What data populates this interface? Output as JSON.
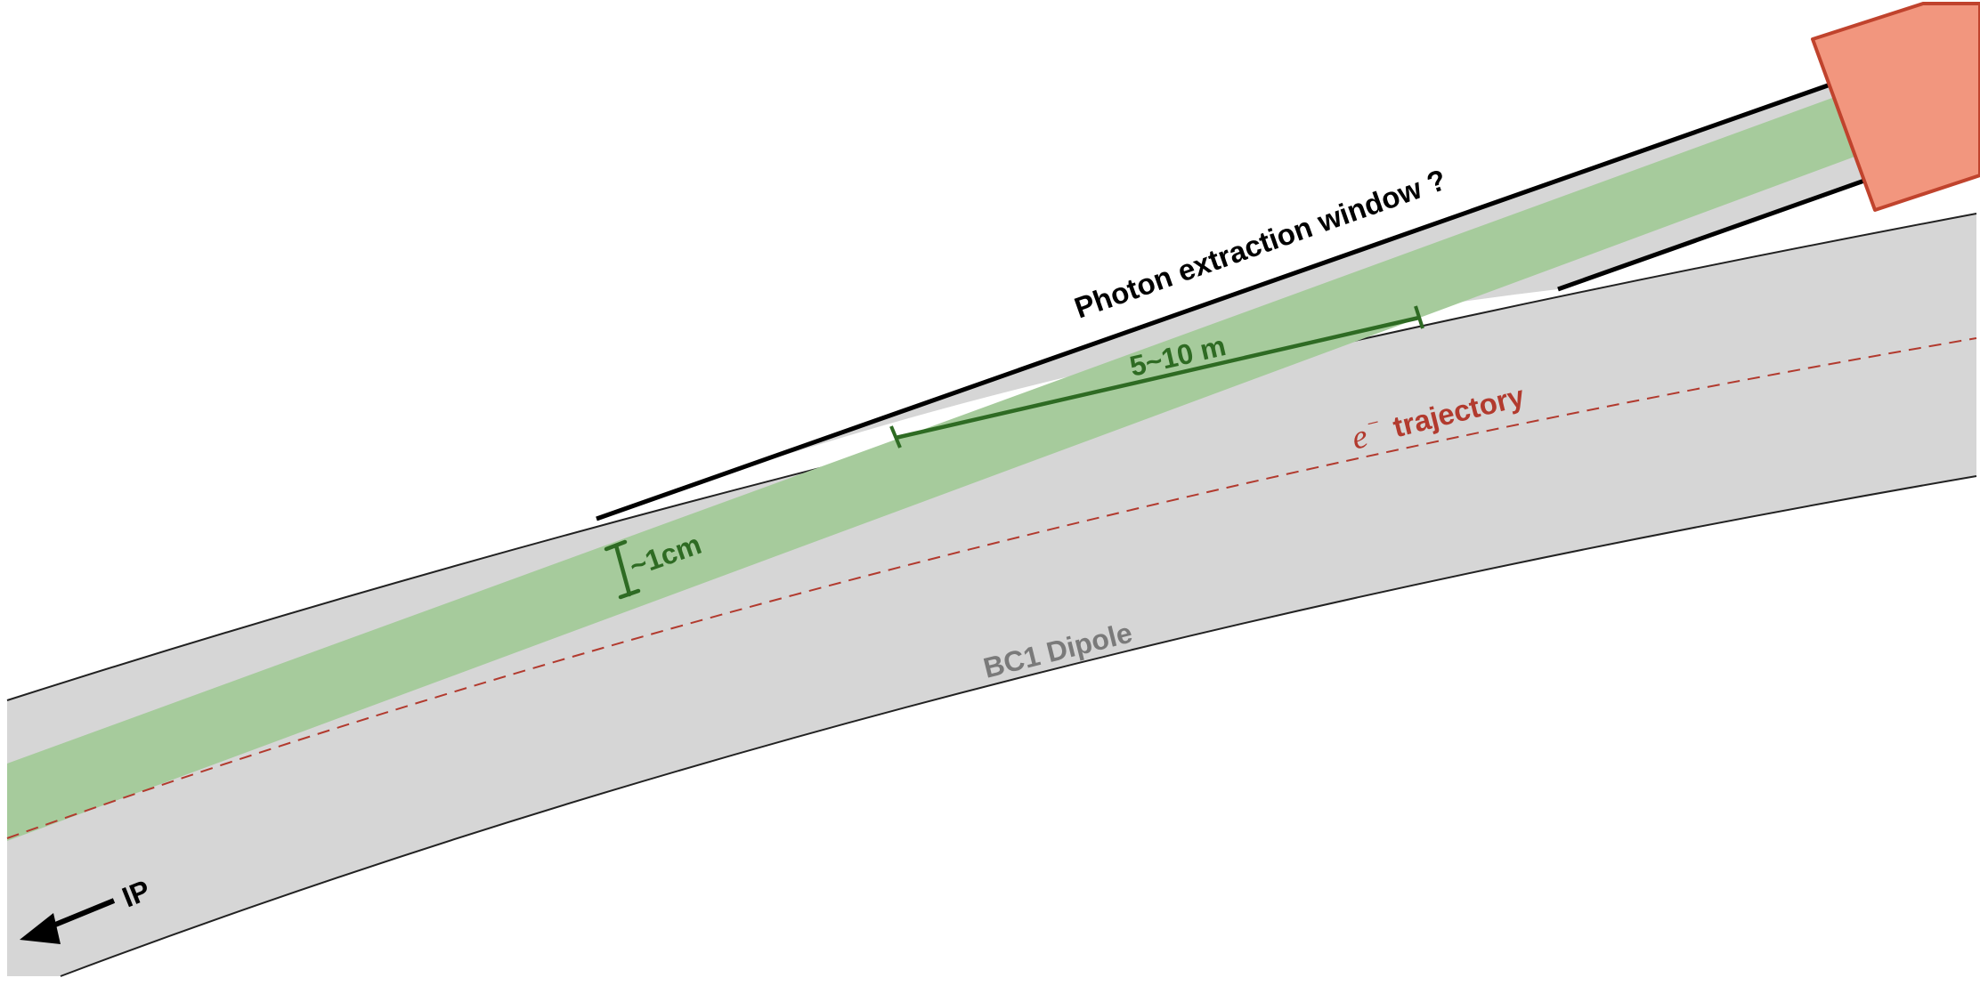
{
  "labels": {
    "photon_window": "Photon extraction window ?",
    "length": "5~10 m",
    "width": "~1cm",
    "trajectory_symbol": "e",
    "trajectory_superscript": "−",
    "trajectory_text": "trajectory",
    "dipole": "BC1 Dipole",
    "direction": "IP"
  },
  "colors": {
    "dipole_fill": "#d6d6d6",
    "photon_beam": "#a6cb9c",
    "measure_green": "#2e6b23",
    "trajectory_red": "#b23a2e",
    "dipole_label": "#7a7a7a",
    "block_fill": "#f2967e",
    "block_stroke": "#c0432d"
  }
}
